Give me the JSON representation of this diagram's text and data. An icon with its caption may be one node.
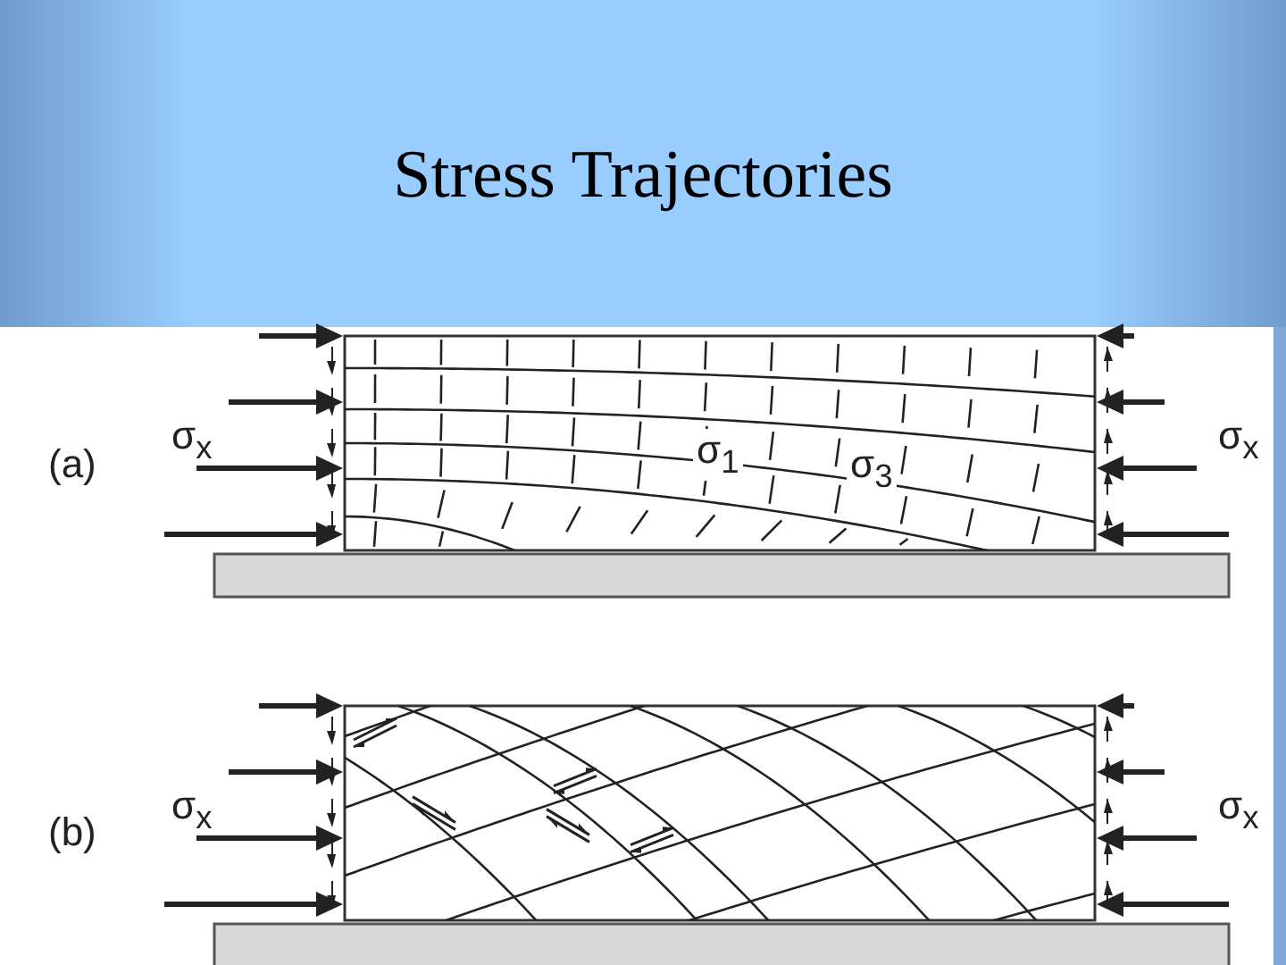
{
  "diagram": {
    "title": "Stress Trajectories",
    "labels": [
      "(a)",
      "σ$_{x}$",
      "σ$_{1}$",
      "σ$_{3}$",
      "σ$_{x}$",
      "(b)",
      "σ$_{x}$",
      "σ$_{x}$"
    ]
  }
}
